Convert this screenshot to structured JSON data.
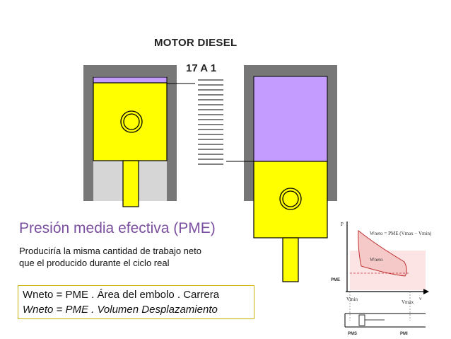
{
  "diagram": {
    "title": "MOTOR DIESEL",
    "compression_ratio": "17 A 1"
  },
  "pme": {
    "heading": "Presión media efectiva (PME)",
    "description_line1": "Produciría la misma cantidad de trabajo neto",
    "description_line2": "que el producido durante el ciclo real"
  },
  "formulas": {
    "line1": "Wneto = PME . Área del embolo . Carrera",
    "line2": "Wneto = PME . Volumen Desplazamiento"
  },
  "pv_diagram": {
    "equation": "Wneto = PME (Vmax − Vmin)",
    "area_label": "Wneto",
    "p_axis": "P",
    "v_axis": "v",
    "pme_label": "PME",
    "vmin_label": "Vmin",
    "vmax_label": "Vmax",
    "pms_label": "PMS",
    "pmi_label": "PMI"
  },
  "colors": {
    "piston": "#ffff00",
    "compressed_gas": "#c49cff",
    "cylinder_wall": "#777777",
    "heading": "#7b4fa0",
    "box_border": "#c9b400"
  }
}
